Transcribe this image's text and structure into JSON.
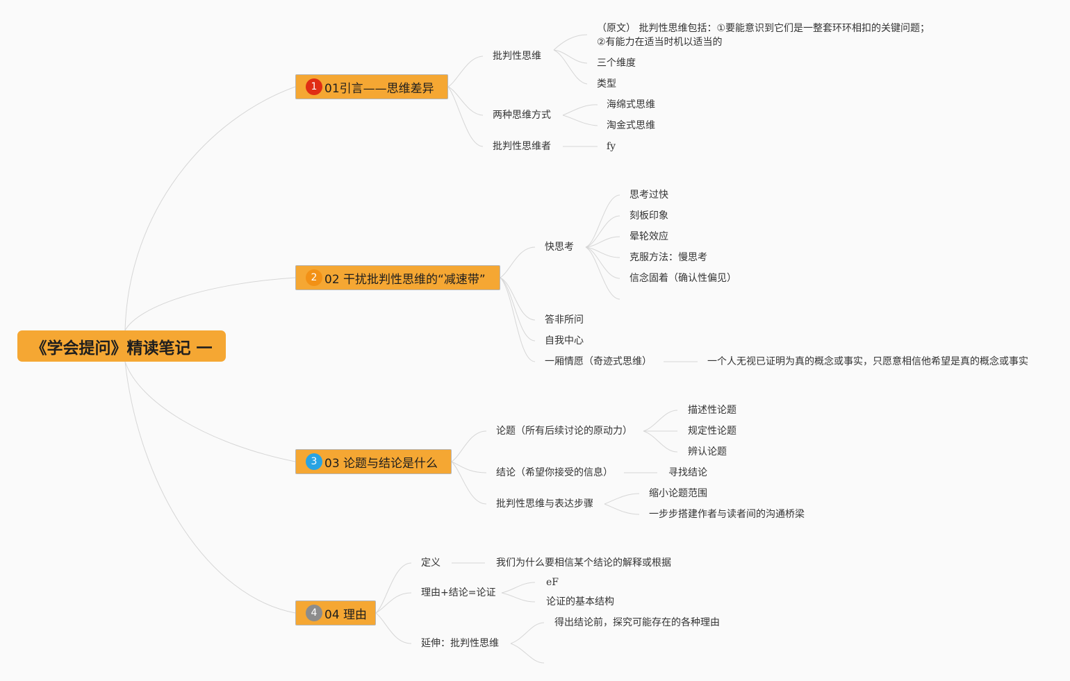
{
  "root": {
    "label": "《学会提问》精读笔记 一"
  },
  "topics": [
    {
      "number": "1",
      "badge_color": "#e02d14",
      "label": "01引言——思维差异",
      "children": [
        {
          "label": "批判性思维",
          "children": [
            "（原文） 批判性思维包括：①要能意识到它们是一整套环环相扣的关键问题；",
            "②有能力在适当时机以适当的",
            "三个维度",
            "类型"
          ]
        },
        {
          "label": "两种思维方式",
          "children": [
            "海绵式思维",
            "淘金式思维"
          ]
        },
        {
          "label": "批判性思维者",
          "children": [
            "fy"
          ]
        }
      ]
    },
    {
      "number": "2",
      "badge_color": "#f29116",
      "label": "02 干扰批判性思维的“减速带”",
      "children": [
        {
          "label": "快思考",
          "children": [
            "思考过快",
            "刻板印象",
            "晕轮效应",
            "克服方法：慢思考",
            "信念固着（确认性偏见）"
          ]
        },
        {
          "label": "答非所问"
        },
        {
          "label": "自我中心"
        },
        {
          "label": "一厢情愿（奇迹式思维）",
          "children": [
            "一个人无视已证明为真的概念或事实，只愿意相信他希望是真的概念或事实"
          ]
        }
      ]
    },
    {
      "number": "3",
      "badge_color": "#29a3e2",
      "label": "03 论题与结论是什么",
      "children": [
        {
          "label": "论题（所有后续讨论的原动力）",
          "children": [
            "描述性论题",
            "规定性论题",
            "辨认论题"
          ]
        },
        {
          "label": "结论（希望你接受的信息）",
          "children": [
            "寻找结论"
          ]
        },
        {
          "label": "批判性思维与表达步骤",
          "children": [
            "缩小论题范围",
            "一步步搭建作者与读者间的沟通桥梁"
          ]
        }
      ]
    },
    {
      "number": "4",
      "badge_color": "#8c8c8c",
      "label": "04 理由",
      "children": [
        {
          "label": "定义",
          "children": [
            "我们为什么要相信某个结论的解释或根据"
          ]
        },
        {
          "label": "理由+结论=论证",
          "children": [
            "eF",
            "论证的基本结构"
          ]
        },
        {
          "label": "延伸：批判性思维",
          "children": [
            "得出结论前，探究可能存在的各种理由",
            ""
          ]
        }
      ]
    }
  ],
  "colors": {
    "topic_fill": "#f5a733",
    "line": "#d6d6d6",
    "text": "#333333"
  }
}
